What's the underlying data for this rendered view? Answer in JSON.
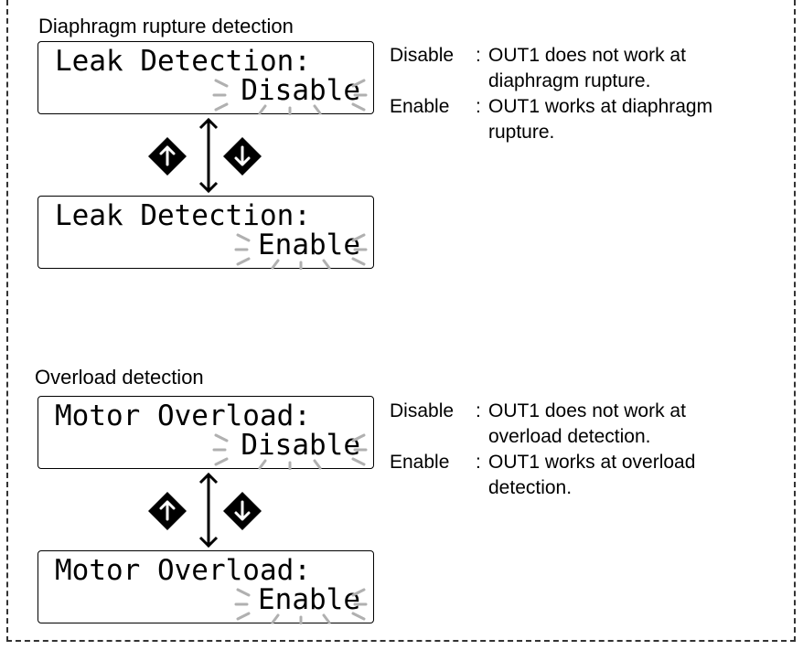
{
  "sections": [
    {
      "title": "Diaphragm rupture detection",
      "screen1": {
        "line1": "Leak Detection:",
        "line2": "Disable"
      },
      "screen2": {
        "line1": "Leak Detection:",
        "line2": "Enable"
      },
      "desc": [
        {
          "key": "Disable",
          "colon": ":",
          "text": "OUT1 does not work at diaphragm rupture."
        },
        {
          "key": "Enable",
          "colon": ":",
          "text": "OUT1 works at diaphragm rupture."
        }
      ]
    },
    {
      "title": "Overload detection",
      "screen1": {
        "line1": "Motor Overload:",
        "line2": "Disable"
      },
      "screen2": {
        "line1": "Motor Overload:",
        "line2": "Enable"
      },
      "desc": [
        {
          "key": "Disable",
          "colon": ":",
          "text": "OUT1 does not work at overload detection."
        },
        {
          "key": "Enable",
          "colon": ":",
          "text": "OUT1 works at overload detection."
        }
      ]
    }
  ],
  "icons": {
    "up": "up-arrow-key-icon",
    "down": "down-arrow-key-icon",
    "toggle": "double-arrow-icon"
  },
  "colors": {
    "border": "#333333",
    "text": "#000000"
  }
}
